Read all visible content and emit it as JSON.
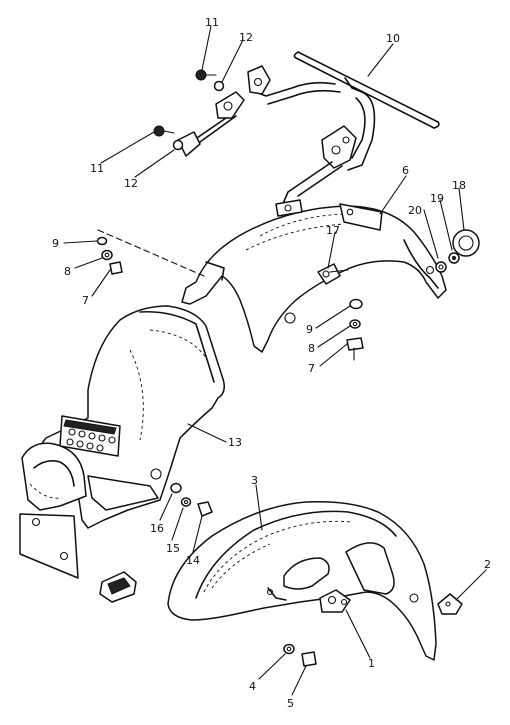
{
  "callouts": [
    {
      "id": "c11a",
      "text": "11"
    },
    {
      "id": "c12a",
      "text": "12"
    },
    {
      "id": "c10",
      "text": "10"
    },
    {
      "id": "c11b",
      "text": "11"
    },
    {
      "id": "c12b",
      "text": "12"
    },
    {
      "id": "c6",
      "text": "6"
    },
    {
      "id": "c20",
      "text": "20"
    },
    {
      "id": "c19",
      "text": "19"
    },
    {
      "id": "c18",
      "text": "18"
    },
    {
      "id": "c17",
      "text": "17"
    },
    {
      "id": "c9a",
      "text": "9"
    },
    {
      "id": "c8a",
      "text": "8"
    },
    {
      "id": "c7a",
      "text": "7"
    },
    {
      "id": "c9b",
      "text": "9"
    },
    {
      "id": "c8b",
      "text": "8"
    },
    {
      "id": "c7b",
      "text": "7"
    },
    {
      "id": "c13",
      "text": "13"
    },
    {
      "id": "c3",
      "text": "3"
    },
    {
      "id": "c2",
      "text": "2"
    },
    {
      "id": "c16",
      "text": "16"
    },
    {
      "id": "c15",
      "text": "15"
    },
    {
      "id": "c14",
      "text": "14"
    },
    {
      "id": "c1",
      "text": "1"
    },
    {
      "id": "c4",
      "text": "4"
    },
    {
      "id": "c5",
      "text": "5"
    }
  ]
}
